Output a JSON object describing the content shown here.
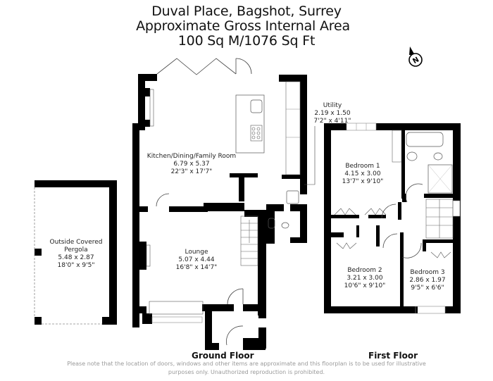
{
  "header": {
    "address": "Duval Place, Bagshot, Surrey",
    "area_title": "Approximate Gross Internal Area",
    "area_value": "100 Sq M/1076 Sq Ft"
  },
  "compass": {
    "icon": "north-compass-icon",
    "label": "N"
  },
  "ground_floor": {
    "label": "Ground Floor",
    "rooms": [
      {
        "name": "Kitchen/Dining/Family Room",
        "metric": "6.79 x 5.37",
        "imperial": "22'3\" x 17'7\""
      },
      {
        "name": "Lounge",
        "metric": "5.07 x 4.44",
        "imperial": "16'8\" x 14'7\""
      },
      {
        "name": "Utility",
        "metric": "2.19 x 1.50",
        "imperial": "7'2\" x 4'11\""
      }
    ]
  },
  "outside": {
    "name_line1": "Outside Covered",
    "name_line2": "Pergola",
    "metric": "5.48 x 2.87",
    "imperial": "18'0\" x 9'5\""
  },
  "first_floor": {
    "label": "First Floor",
    "rooms": [
      {
        "name": "Bedroom 1",
        "metric": "4.15 x 3.00",
        "imperial": "13'7\" x 9'10\""
      },
      {
        "name": "Bedroom 2",
        "metric": "3.21 x 3.00",
        "imperial": "10'6\" x 9'10\""
      },
      {
        "name": "Bedroom 3",
        "metric": "2.86 x 1.97",
        "imperial": "9'5\" x 6'6\""
      }
    ]
  },
  "disclaimer": {
    "line1": "Please note that the location of doors, windows and other items are approximate and this floorplan is to be used for illustrative",
    "line2": "purposes only. Unauthorized reproduction is prohibited."
  },
  "colors": {
    "wall": "#000000",
    "fixture": "#555555",
    "disclaimer": "#9a9a9a"
  }
}
